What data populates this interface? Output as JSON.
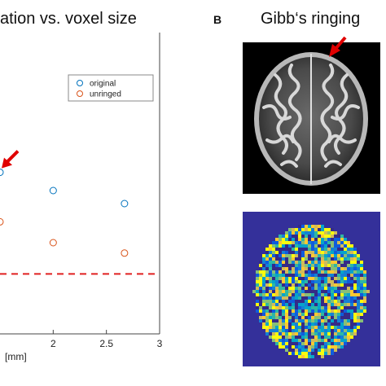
{
  "panel_a": {
    "title": "ation vs. voxel size"
  },
  "panel_b": {
    "letter": "B",
    "title": "Gibb‘s ringing"
  },
  "chart_data": {
    "type": "scatter",
    "title": "ation vs. voxel size",
    "xlabel": "[mm]",
    "ylabel": "",
    "xlim": [
      1.5,
      3
    ],
    "xticks": [
      "2",
      "2.5",
      "3"
    ],
    "xtick_values": [
      2,
      2.5,
      3
    ],
    "grid": false,
    "legend_position": "top-right",
    "series": [
      {
        "name": "original",
        "color": "#0072BD",
        "x": [
          1.5,
          2.0,
          2.67
        ],
        "y": [
          0.62,
          0.55,
          0.5
        ]
      },
      {
        "name": "unringed",
        "color": "#D95319",
        "x": [
          1.5,
          2.0,
          2.67
        ],
        "y": [
          0.43,
          0.35,
          0.31
        ]
      }
    ],
    "reference_line": {
      "y": 0.23,
      "color": "#e02020",
      "style": "dashed"
    },
    "annotation": {
      "type": "arrow",
      "color": "#e00000",
      "target_series": "original",
      "target_index": 0
    }
  },
  "arrow_color": "#e00000",
  "colormap": [
    "#352a87",
    "#0f5cdd",
    "#1481d6",
    "#06a4ca",
    "#2eb7a4",
    "#87bf77",
    "#d1bb59",
    "#fec832",
    "#f9fb0e"
  ]
}
